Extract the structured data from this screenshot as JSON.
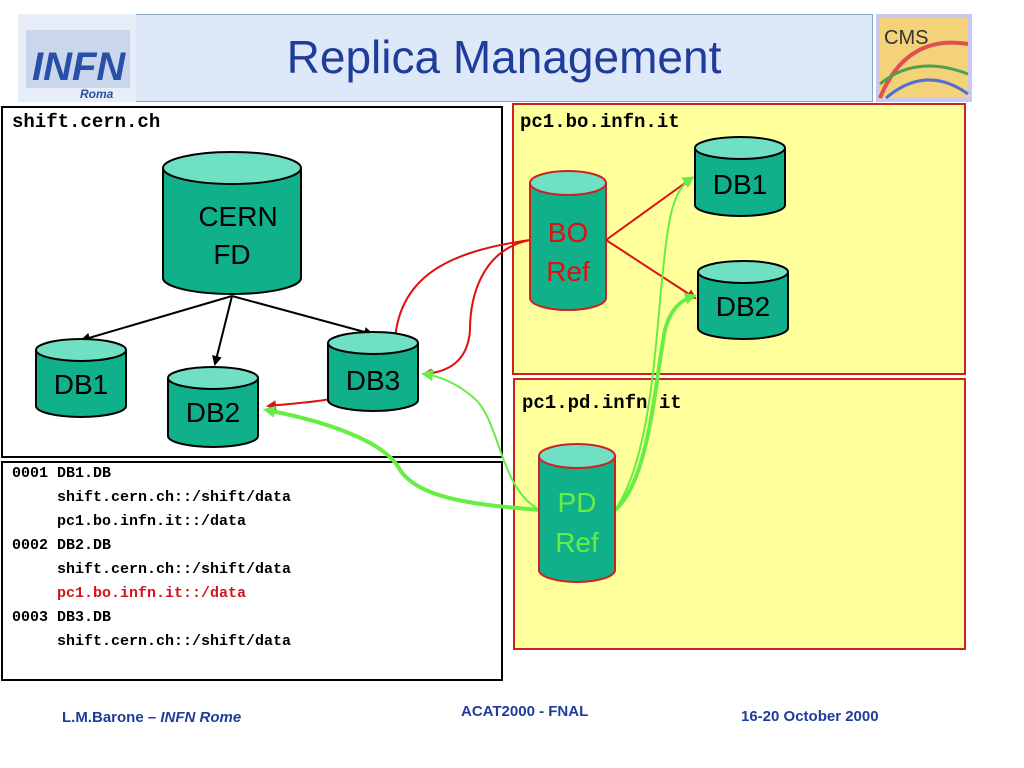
{
  "title": "Replica Management",
  "logos": {
    "left": "INFN",
    "left_sub": "Roma",
    "right": "CMS"
  },
  "panels": {
    "cern": {
      "host": "shift.cern.ch"
    },
    "bo": {
      "host": "pc1.bo.infn.it"
    },
    "pd": {
      "host": "pc1.pd.infn.it"
    }
  },
  "databases": {
    "cern_fd": [
      "CERN",
      "FD"
    ],
    "cern_db1": "DB1",
    "cern_db2": "DB2",
    "cern_db3": "DB3",
    "bo_db1": "DB1",
    "bo_db2": "DB2",
    "bo_ref": [
      "BO",
      "Ref"
    ],
    "pd_ref": [
      "PD",
      "Ref"
    ]
  },
  "catalog": [
    {
      "text": "0001 DB1.DB",
      "red": false
    },
    {
      "text": "     shift.cern.ch::/shift/data",
      "red": false
    },
    {
      "text": "     pc1.bo.infn.it::/data",
      "red": false
    },
    {
      "text": "0002 DB2.DB",
      "red": false
    },
    {
      "text": "     shift.cern.ch::/shift/data",
      "red": false
    },
    {
      "text": "     pc1.bo.infn.it::/data",
      "red": true
    },
    {
      "text": "0003 DB3.DB",
      "red": false
    },
    {
      "text": "     shift.cern.ch::/shift/data",
      "red": false
    }
  ],
  "footer": {
    "author": "L.M.Barone",
    "dash": " – ",
    "affiliation": "INFN Rome",
    "conference": "ACAT2000 - FNAL",
    "dates": "16-20 October 2000"
  },
  "colors": {
    "cylinder_body": "#10b08a",
    "cylinder_top": "#6fe0c4",
    "panel_fill": "#ffff9c",
    "red_arrow": "#dd1111",
    "green_arrow": "#66ee44",
    "title_text": "#1f3c9a"
  }
}
